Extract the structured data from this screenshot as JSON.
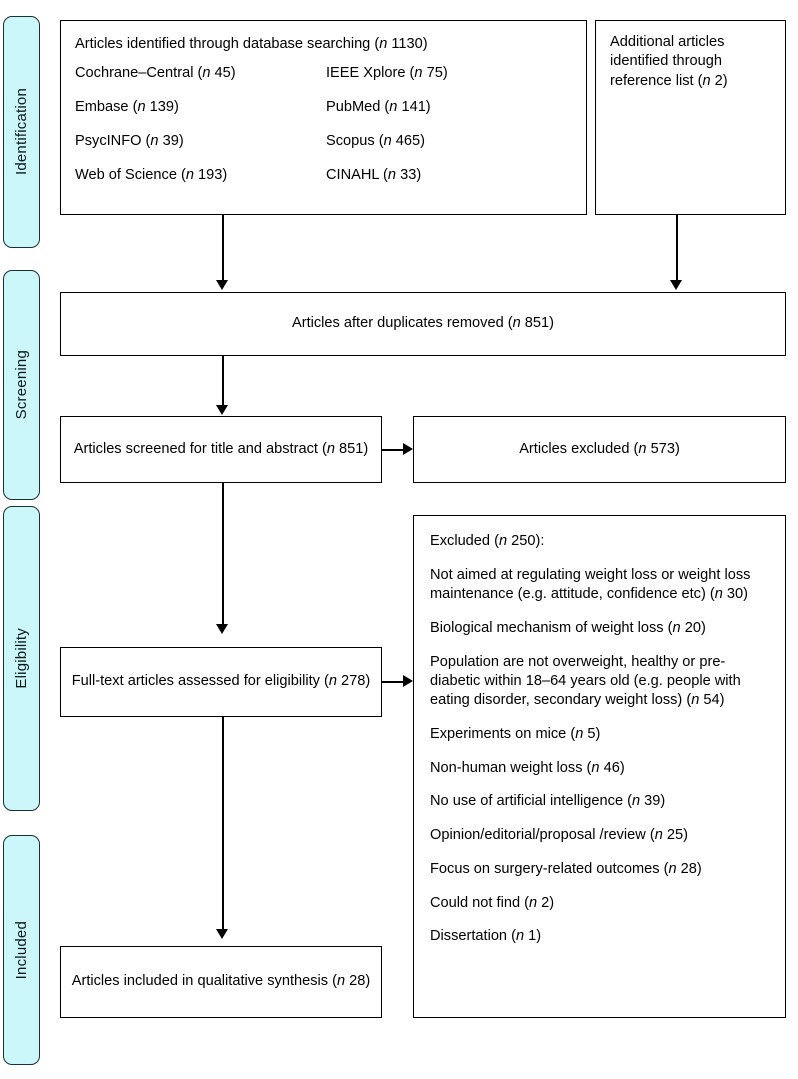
{
  "diagram": {
    "title": "PRISMA flow diagram",
    "accent_color": "#ccf7fa",
    "border_color": "#000000"
  },
  "stages": [
    {
      "key": "identification",
      "label": "Identification"
    },
    {
      "key": "screening",
      "label": "Screening"
    },
    {
      "key": "eligibility",
      "label": "Eligibility"
    },
    {
      "key": "included",
      "label": "Included"
    }
  ],
  "identification": {
    "database_box": {
      "heading": "Articles identified through database searching (n 1130)",
      "heading_text": "Articles identified through database searching (",
      "heading_n": "n",
      "heading_count": " 1130)",
      "sources": [
        {
          "name": "Cochrane–Central (",
          "n": "n",
          "count": " 45)"
        },
        {
          "name": "IEEE Xplore (",
          "n": "n",
          "count": " 75)"
        },
        {
          "name": "Embase (",
          "n": "n",
          "count": " 139)"
        },
        {
          "name": "PubMed (",
          "n": "n",
          "count": " 141)"
        },
        {
          "name": "PsycINFO (",
          "n": "n",
          "count": " 39)"
        },
        {
          "name": "Scopus (",
          "n": "n",
          "count": " 465)"
        },
        {
          "name": "Web of Science (",
          "n": "n",
          "count": " 193)"
        },
        {
          "name": "CINAHL (",
          "n": "n",
          "count": " 33)"
        }
      ]
    },
    "reference_box": {
      "text": "Additional articles identified through reference list (",
      "n": "n",
      "count": " 2)"
    }
  },
  "screening": {
    "duplicates_box": {
      "text": "Articles after duplicates removed (",
      "n": "n",
      "count": " 851)"
    },
    "screened_box": {
      "text": "Articles screened for title and abstract (",
      "n": "n",
      "count": " 851)"
    },
    "excluded_box": {
      "text": "Articles excluded (",
      "n": "n",
      "count": " 573)"
    }
  },
  "eligibility": {
    "fulltext_box": {
      "text": "Full-text articles assessed for eligibility (",
      "n": "n",
      "count": " 278)"
    },
    "excluded_box": {
      "heading_text": "Excluded (",
      "heading_n": "n",
      "heading_count": " 250):",
      "reasons": [
        {
          "text": "Not aimed at regulating weight loss or weight loss maintenance (e.g. attitude, confidence etc) (",
          "n": "n",
          "count": " 30)"
        },
        {
          "text": "Biological mechanism of weight loss (",
          "n": "n",
          "count": " 20)"
        },
        {
          "text": "Population are not overweight, healthy or pre-diabetic within 18–64 years old (e.g. people with eating disorder, secondary weight loss) (",
          "n": "n",
          "count": " 54)"
        },
        {
          "text": "Experiments on mice (",
          "n": "n",
          "count": " 5)"
        },
        {
          "text": "Non-human weight loss (",
          "n": "n",
          "count": " 46)"
        },
        {
          "text": "No use of artificial intelligence (",
          "n": "n",
          "count": " 39)"
        },
        {
          "text": "Opinion/editorial/proposal /review (",
          "n": "n",
          "count": " 25)"
        },
        {
          "text": "Focus on surgery-related outcomes (",
          "n": "n",
          "count": " 28)"
        },
        {
          "text": "Could not find (",
          "n": "n",
          "count": " 2)"
        },
        {
          "text": "Dissertation (",
          "n": "n",
          "count": " 1)"
        }
      ]
    }
  },
  "included": {
    "synthesis_box": {
      "text": "Articles included in qualitative synthesis (",
      "n": "n",
      "count": " 28)"
    }
  }
}
